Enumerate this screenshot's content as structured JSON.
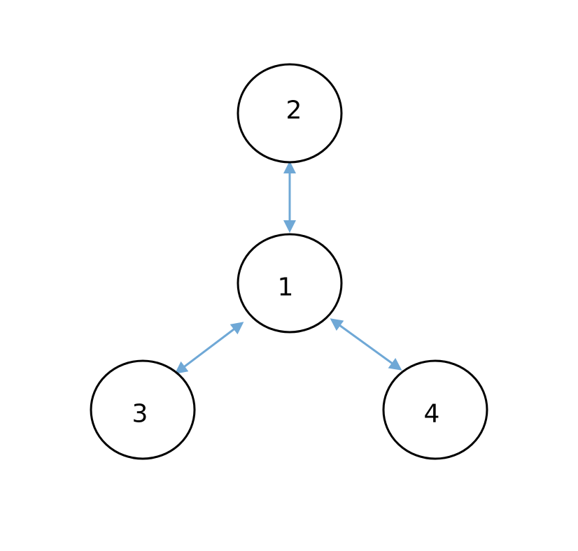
{
  "diagram": {
    "nodes": [
      {
        "id": "1",
        "label": "1"
      },
      {
        "id": "2",
        "label": "2"
      },
      {
        "id": "3",
        "label": "3"
      },
      {
        "id": "4",
        "label": "4"
      }
    ],
    "edges": [
      {
        "from": "1",
        "to": "2",
        "direction": "bidirectional"
      },
      {
        "from": "1",
        "to": "3",
        "direction": "bidirectional"
      },
      {
        "from": "1",
        "to": "4",
        "direction": "bidirectional"
      }
    ],
    "colors": {
      "edge": "#6fa8d6",
      "node_stroke": "#000000",
      "node_fill": "#ffffff",
      "background": "#ffffff"
    }
  }
}
